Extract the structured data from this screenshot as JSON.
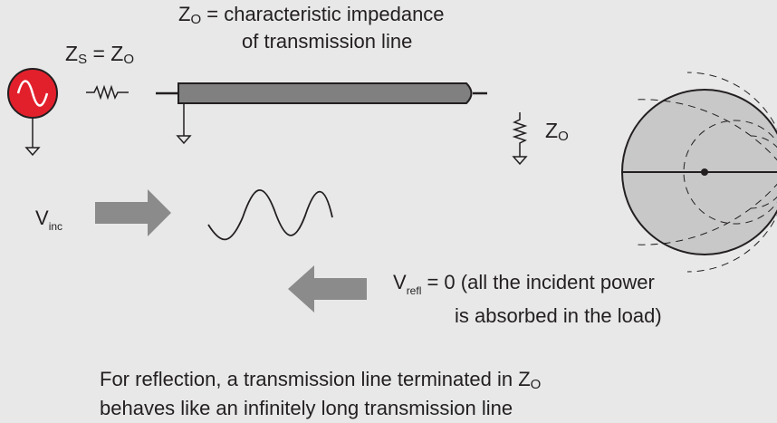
{
  "labels": {
    "zo_definition": {
      "z": "Z",
      "sub": "O",
      "eq": " = ",
      "line1": "characteristic impedance",
      "line2": "of transmission line"
    },
    "source_impedance": {
      "z1": "Z",
      "sub1": "S",
      "eq": " = ",
      "z2": "Z",
      "sub2": "O"
    },
    "load_impedance": {
      "z": "Z",
      "sub": "O"
    },
    "incident": {
      "v": "V",
      "sub": "inc"
    },
    "reflected": {
      "v": "V",
      "sub": "refl",
      "line1": " = 0 (all the incident power",
      "line2": "is absorbed in the load)"
    },
    "caption": {
      "line1": "For reflection, a transmission line terminated in Z",
      "line1_sub": "O",
      "line2": "behaves like an infinitely long transmission line"
    }
  },
  "colors": {
    "source": "#e2202c",
    "line": "#808080",
    "arrow": "#8b8b8b",
    "smith": "#c8c8c9",
    "background": "#e8e8e9"
  }
}
